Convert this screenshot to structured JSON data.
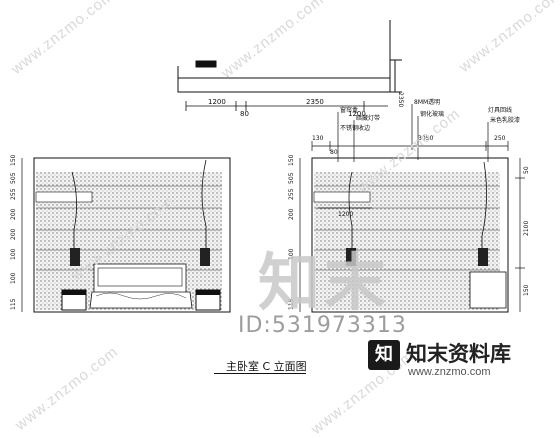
{
  "drawing": {
    "caption": "主卧室 C 立面图",
    "top_dims": [
      "1200",
      "80",
      "2350",
      "1200"
    ],
    "top_side_dim": "2350",
    "notes_top": [
      "窗帘盒",
      "8MM透明",
      "钢化玻璃"
    ],
    "notes_callouts": [
      "暗藏灯带",
      "不锈钢收边",
      "灯具回线",
      "米色乳胶漆"
    ],
    "left_vert_dims": [
      "150",
      "505",
      "255",
      "200",
      "200",
      "100",
      "100",
      "115"
    ],
    "right_top_dims": [
      "130",
      "80",
      "3050",
      "250"
    ],
    "right_inner_dim": "1200",
    "right_vert_dims": [
      "50",
      "2100",
      "150"
    ]
  },
  "watermark": {
    "site_diag": "www.znzmo.com",
    "big_text": "知末",
    "id_text": "ID:531973313",
    "brand_name": "知末资料库",
    "brand_url": "www.znzmo.com",
    "brand_logo": "知"
  }
}
